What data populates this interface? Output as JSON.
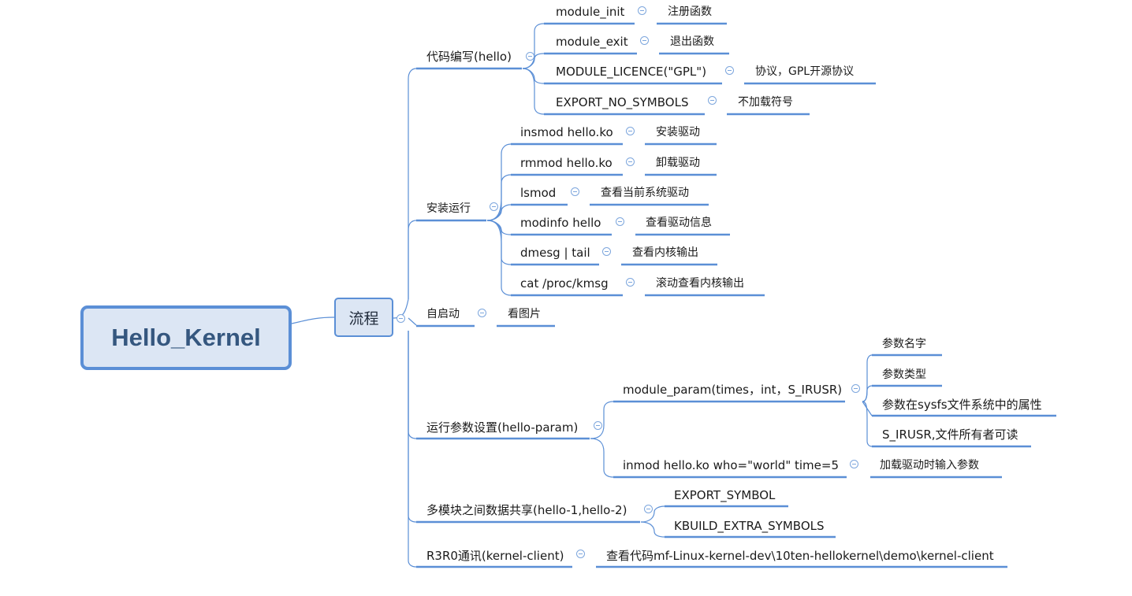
{
  "root": {
    "label": "Hello_Kernel"
  },
  "main": {
    "label": "流程"
  },
  "branches": [
    {
      "label": "代码编写(hello)",
      "children": [
        {
          "label": "module_init",
          "note": "注册函数"
        },
        {
          "label": "module_exit",
          "note": "退出函数"
        },
        {
          "label": "MODULE_LICENCE(\"GPL\")",
          "note": "协议，GPL开源协议"
        },
        {
          "label": "EXPORT_NO_SYMBOLS",
          "note": "不加载符号"
        }
      ]
    },
    {
      "label": "安装运行",
      "children": [
        {
          "label": "insmod hello.ko",
          "note": "安装驱动"
        },
        {
          "label": "rmmod hello.ko",
          "note": "卸载驱动"
        },
        {
          "label": "lsmod",
          "note": "查看当前系统驱动"
        },
        {
          "label": "modinfo hello",
          "note": "查看驱动信息"
        },
        {
          "label": "dmesg | tail",
          "note": "查看内核输出"
        },
        {
          "label": "cat /proc/kmsg",
          "note": "滚动查看内核输出"
        }
      ]
    },
    {
      "label": "自启动",
      "note": "看图片"
    },
    {
      "label": "运行参数设置(hello-param)",
      "children": [
        {
          "label": "module_param(times，int，S_IRUSR)",
          "subitems": [
            "参数名字",
            "参数类型",
            "参数在sysfs文件系统中的属性",
            "S_IRUSR,文件所有者可读"
          ]
        },
        {
          "label": "inmod hello.ko who=\"world\" time=5",
          "note": "加载驱动时输入参数"
        }
      ]
    },
    {
      "label": "多模块之间数据共享(hello-1,hello-2)",
      "children": [
        {
          "label": "EXPORT_SYMBOL"
        },
        {
          "label": "KBUILD_EXTRA_SYMBOLS"
        }
      ]
    },
    {
      "label": "R3R0通讯(kernel-client)",
      "note": "查看代码mf-Linux-kernel-dev\\10ten-hellokernel\\demo\\kernel-client"
    }
  ],
  "colors": {
    "line": "#5b8fd6",
    "node_fill": "#dce6f4",
    "root_text": "#35577f"
  }
}
